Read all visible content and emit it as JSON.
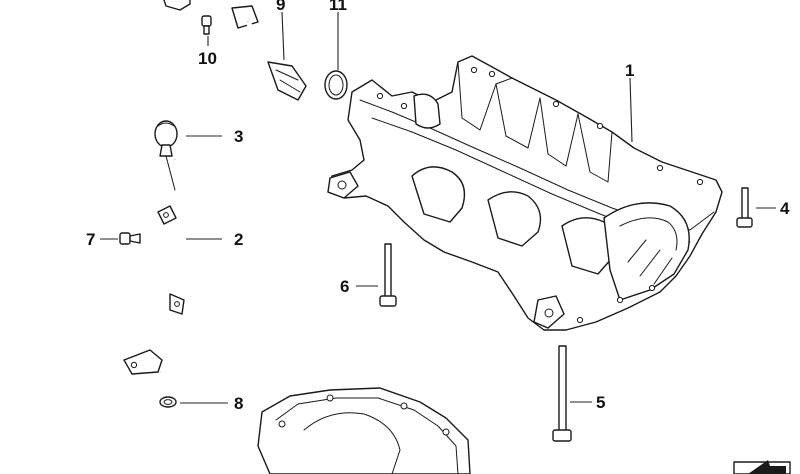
{
  "diagram": {
    "callouts": [
      {
        "id": "1",
        "label": "1"
      },
      {
        "id": "2",
        "label": "2"
      },
      {
        "id": "3",
        "label": "3"
      },
      {
        "id": "4",
        "label": "4"
      },
      {
        "id": "5",
        "label": "5"
      },
      {
        "id": "6",
        "label": "6"
      },
      {
        "id": "7",
        "label": "7"
      },
      {
        "id": "8",
        "label": "8"
      },
      {
        "id": "9",
        "label": "9"
      },
      {
        "id": "10",
        "label": "10"
      },
      {
        "id": "11",
        "label": "11"
      }
    ],
    "parts": [
      {
        "name": "oil-pan-upper-section-housing"
      },
      {
        "name": "dipstick-guide-tube"
      },
      {
        "name": "dipstick-handle"
      },
      {
        "name": "bolt-right"
      },
      {
        "name": "long-bolt-bottom"
      },
      {
        "name": "bolt-middle"
      },
      {
        "name": "small-screw-left"
      },
      {
        "name": "o-ring-seal-tube"
      },
      {
        "name": "oil-suction-pipe"
      },
      {
        "name": "pipe-screw"
      },
      {
        "name": "o-ring-seal-pipe"
      },
      {
        "name": "oil-pan-lower-section"
      }
    ]
  },
  "colors": {
    "line": "#1a1a1a",
    "background": "#ffffff"
  }
}
